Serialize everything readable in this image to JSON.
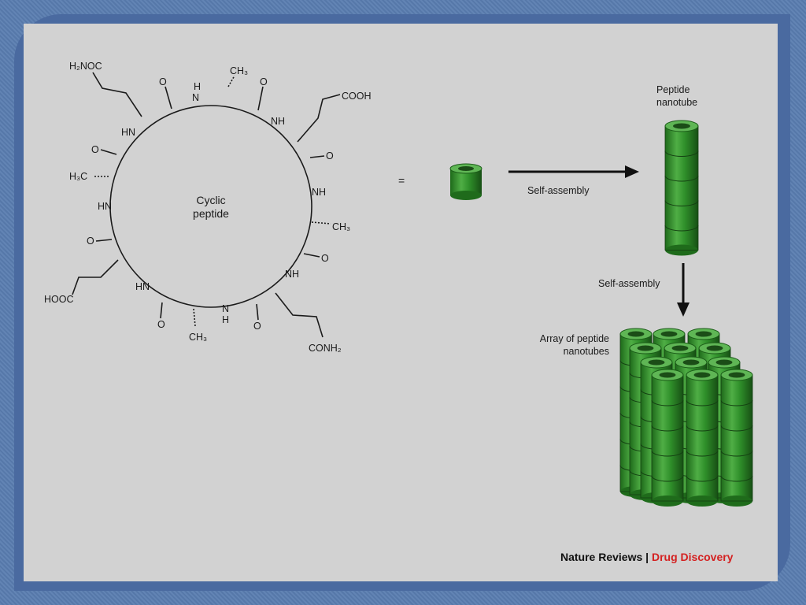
{
  "molecule": {
    "center_line1": "Cyclic",
    "center_line2": "peptide",
    "labels": {
      "h2noc_top": "H₂NOC",
      "o_1": "O",
      "nh_top_h": "H",
      "nh_top_n": "N",
      "ch3_top": "CH₃",
      "o_2": "O",
      "cooh_top": "COOH",
      "hn_left_top": "HN",
      "nh_right_top": "NH",
      "o_left": "O",
      "o_right": "O",
      "h3c_left": "H₃C",
      "nh_right_mid": "NH",
      "hn_left_mid": "HN",
      "ch3_right": "CH₃",
      "o_left_low": "O",
      "o_right_low": "O",
      "nh_right_low": "NH",
      "hooc_left": "HOOC",
      "hn_bottom_left": "HN",
      "n_bottom": "N",
      "h_bottom": "H",
      "o_bottom_left": "O",
      "o_bottom_right": "O",
      "ch3_bottom": "CH₃",
      "conh2_bottom": "CONH₂"
    }
  },
  "equals_sign": "=",
  "arrow1_label": "Self-assembly",
  "nanotube_label_line1": "Peptide",
  "nanotube_label_line2": "nanotube",
  "arrow2_label": "Self-assembly",
  "array_label_line1": "Array of peptide",
  "array_label_line2": "nanotubes",
  "credit_journal": "Nature Reviews",
  "credit_separator": " | ",
  "credit_section": "Drug Discovery",
  "colors": {
    "tube_green": "#2f8f2a",
    "tube_dark": "#1b5c18",
    "tube_light": "#6cc25e",
    "credit_red": "#d42020"
  }
}
